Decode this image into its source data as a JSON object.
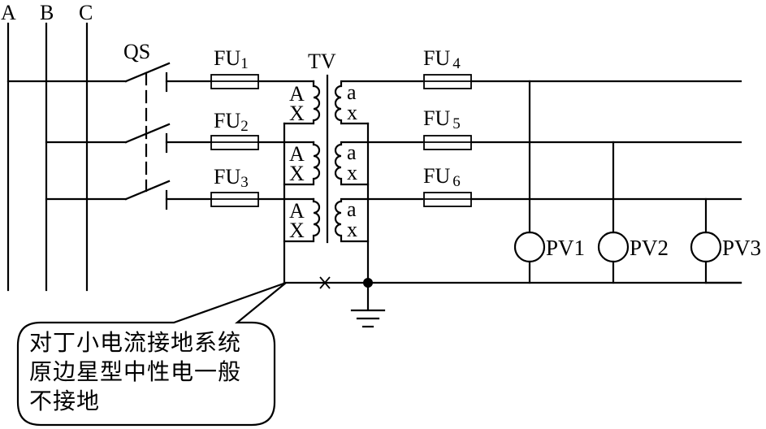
{
  "diagram": {
    "phase_labels": [
      "A",
      "B",
      "C"
    ],
    "switch_label": "QS",
    "primary_fuses": [
      {
        "name": "FU",
        "sub": "1"
      },
      {
        "name": "FU",
        "sub": "2"
      },
      {
        "name": "FU",
        "sub": "3"
      }
    ],
    "transformer_label": "TV",
    "primary_terminals": {
      "start": "A",
      "end": "X"
    },
    "secondary_terminals": {
      "start": "a",
      "end": "x"
    },
    "secondary_fuses": [
      {
        "name": "FU",
        "sub": "4"
      },
      {
        "name": "FU",
        "sub": "5"
      },
      {
        "name": "FU",
        "sub": "6"
      }
    ],
    "voltmeters": [
      "PV1",
      "PV2",
      "PV3"
    ],
    "callout": {
      "lines": [
        "对丁小电流接地系统",
        "原边星型中性电一般",
        "不接地"
      ]
    }
  }
}
